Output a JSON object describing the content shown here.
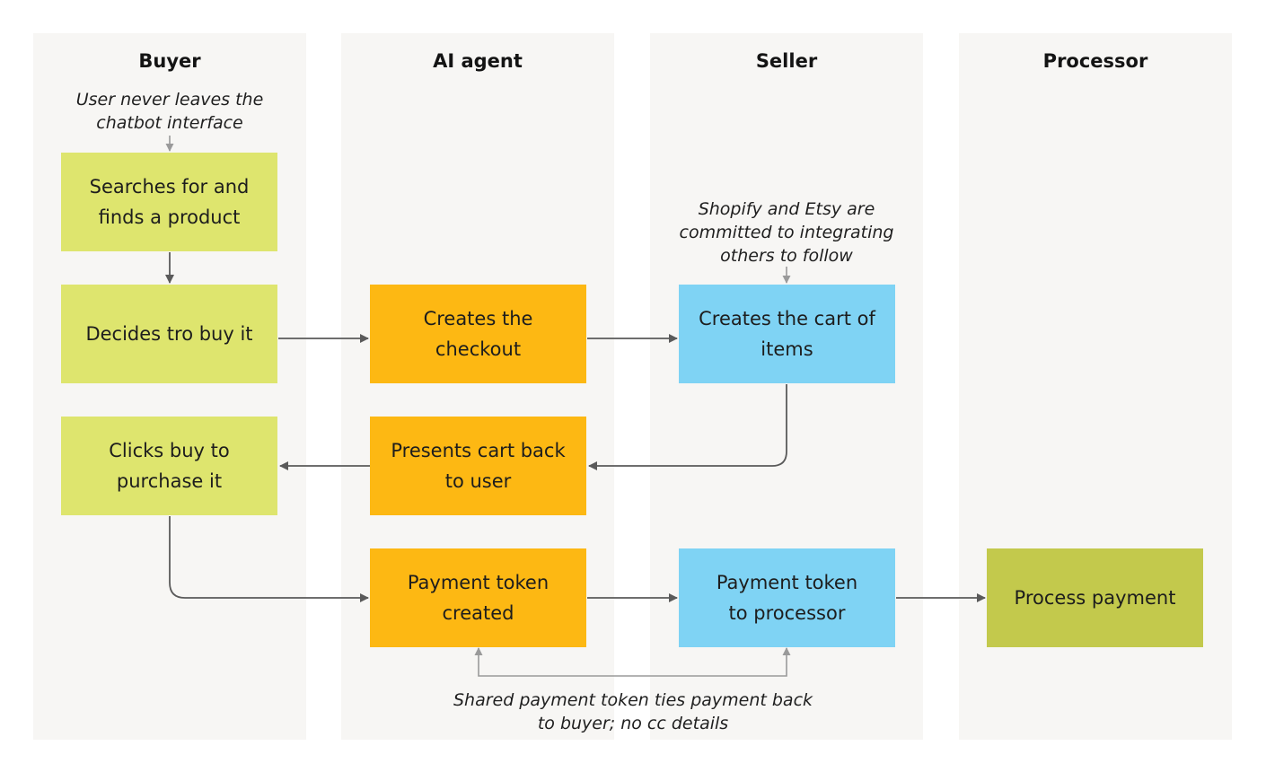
{
  "lanes": {
    "buyer": "Buyer",
    "agent": "AI agent",
    "seller": "Seller",
    "processor": "Processor"
  },
  "notes": {
    "buyer_top": "User never leaves the\nchatbot interface",
    "seller_top": "Shopify and Etsy are\ncommitted to integrating\nothers to follow",
    "bottom": "Shared payment token ties payment back\nto buyer; no cc details"
  },
  "steps": {
    "search": "Searches for and\nfinds a product",
    "decide": "Decides tro buy it",
    "clicks_buy": "Clicks buy to\npurchase it",
    "create_checkout": "Creates the\ncheckout",
    "present_cart": "Presents cart back\nto user",
    "token_created": "Payment token\ncreated",
    "create_cart": "Creates the cart of\nitems",
    "token_to_processor": "Payment token\nto processor",
    "process_payment": "Process payment"
  },
  "colors": {
    "buyer": "#dee56e",
    "agent": "#fdb813",
    "seller": "#7fd3f4",
    "processor": "#c3c94c",
    "lane_bg": "#f7f6f4",
    "arrow_dark": "#5a5a5a",
    "arrow_light": "#9a9a9a"
  }
}
